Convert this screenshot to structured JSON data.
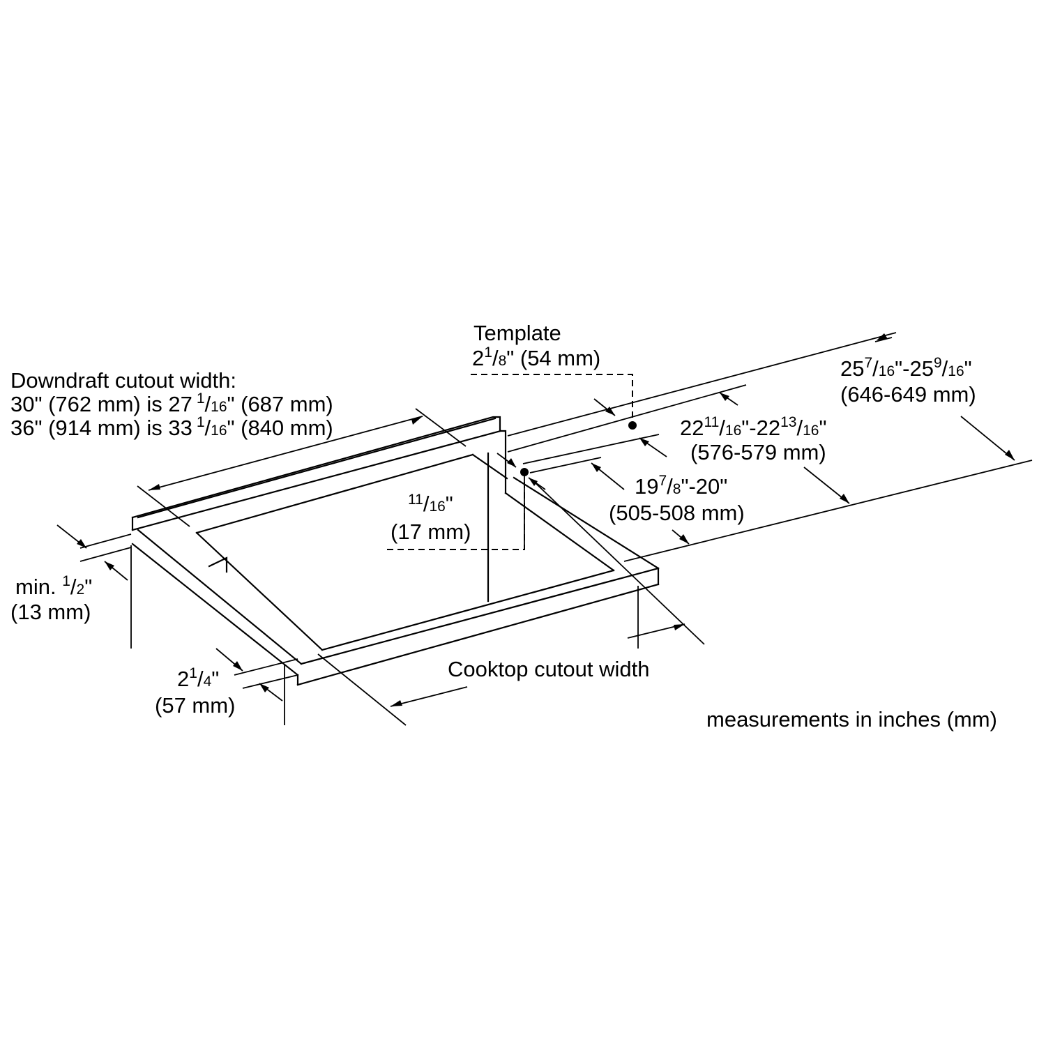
{
  "labels": {
    "downdraft_title": "Downdraft cutout width:",
    "dd30_a": "30\" (762 mm) is 27",
    "dd30_sup": "1",
    "dd30_den": "16",
    "dd30_b": "\" (687 mm)",
    "dd36_a": "36\" (914 mm) is 33",
    "dd36_sup": "1",
    "dd36_den": "16",
    "dd36_b": "\" (840 mm)",
    "template_title": "Template",
    "template_whole": "2",
    "template_sup": "1",
    "template_den": "8",
    "template_rest": "\" (54 mm)",
    "d25_whole1": "25",
    "d25_sup1": "7",
    "d25_den1": "16",
    "d25_mid": "\"-25",
    "d25_sup2": "9",
    "d25_den2": "16",
    "d25_end": "\"",
    "d25_mm": "(646-649 mm)",
    "d22_whole1": "22",
    "d22_sup1": "11",
    "d22_den1": "16",
    "d22_mid": "\"-22",
    "d22_sup2": "13",
    "d22_den2": "16",
    "d22_end": "\"",
    "d22_mm": "(576-579 mm)",
    "d19_whole": "19",
    "d19_sup": "7",
    "d19_den": "8",
    "d19_rest": "\"-20\"",
    "d19_mm": "(505-508 mm)",
    "d11_sup": "11",
    "d11_den": "16",
    "d11_end": "\"",
    "d11_mm": "(17 mm)",
    "min_pre": "min. ",
    "min_sup": "1",
    "min_den": "2",
    "min_end": "\"",
    "min_mm": "(13 mm)",
    "d2_whole": "2",
    "d2_sup": "1",
    "d2_den": "4",
    "d2_end": "\"",
    "d2_mm": "(57 mm)",
    "cooktop": "Cooktop cutout width",
    "units_note": "measurements in inches (mm)"
  },
  "icons": {
    "template_point": "dot-marker",
    "connector_point": "dot-marker"
  },
  "colors": {
    "ink": "#000000",
    "background": "#ffffff"
  }
}
